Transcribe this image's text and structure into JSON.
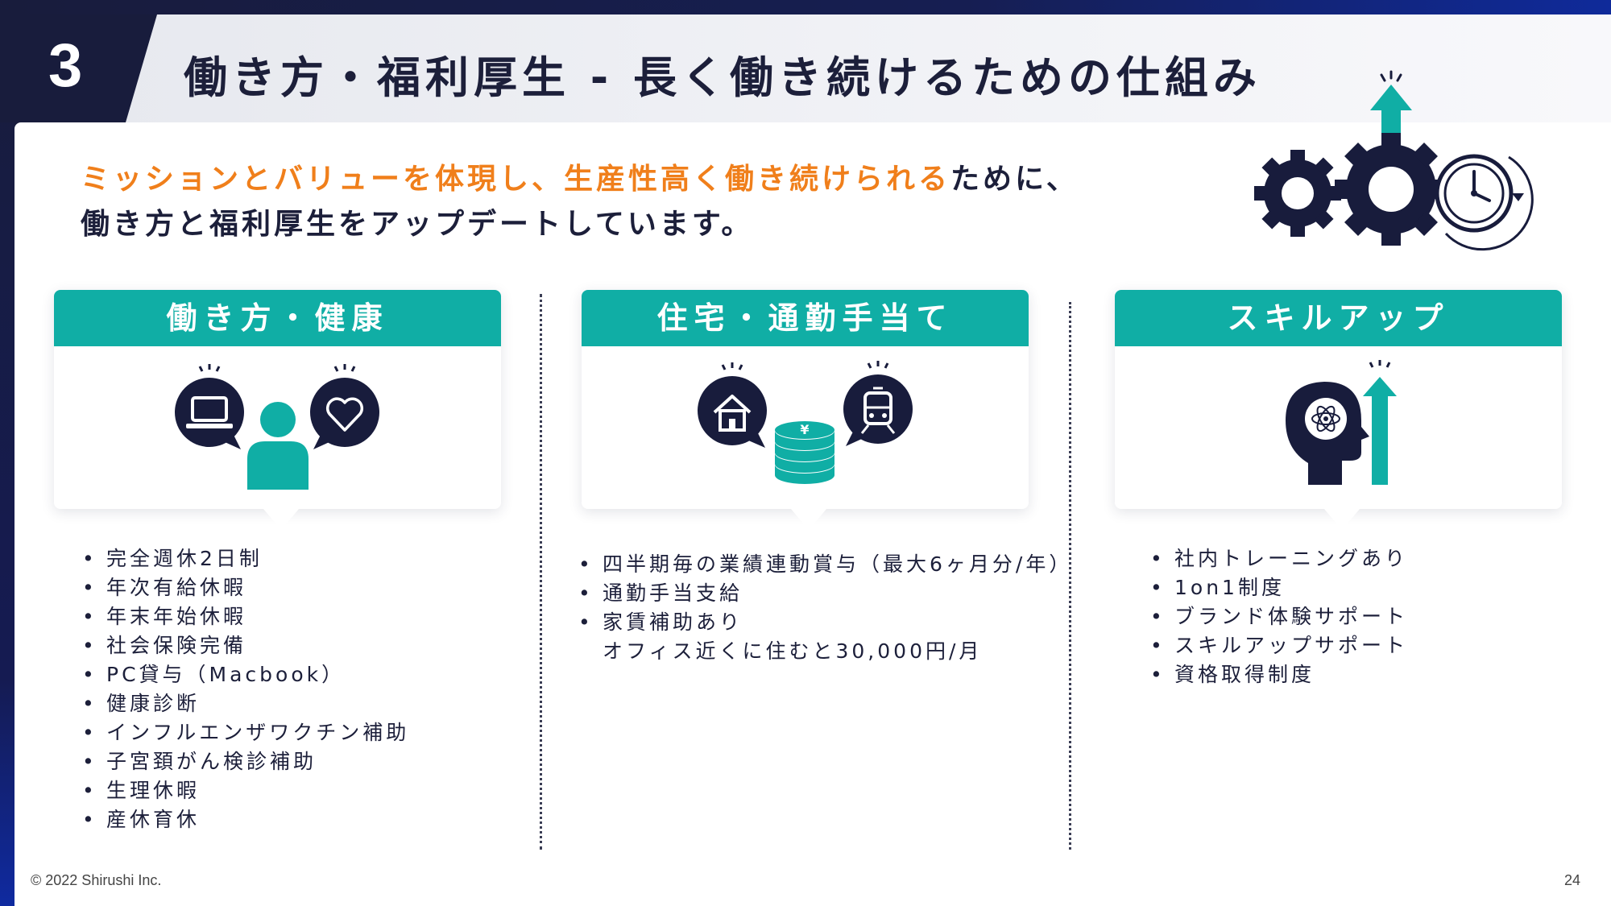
{
  "section_number": "3",
  "title": "働き方・福利厚生 - 長く働き続けるための仕組み",
  "lead": {
    "highlight": "ミッションとバリューを体現し、生産性高く働き続けられる",
    "line1_rest": "ために、",
    "line2": "働き方と福利厚生をアップデートしています。"
  },
  "columns": [
    {
      "header": "働き方・健康",
      "icons": [
        "laptop-icon",
        "person-icon",
        "heart-icon"
      ],
      "items": [
        "完全週休2日制",
        "年次有給休暇",
        "年末年始休暇",
        "社会保険完備",
        "PC貸与（Macbook）",
        "健康診断",
        "インフルエンザワクチン補助",
        "子宮頚がん検診補助",
        "生理休暇",
        "産休育休"
      ]
    },
    {
      "header": "住宅・通勤手当て",
      "icons": [
        "house-icon",
        "yen-coins-icon",
        "train-icon"
      ],
      "items": [
        "四半期毎の業績連動賞与（最大6ヶ月分/年）",
        "通勤手当支給",
        "家賃補助あり"
      ],
      "subnote": "オフィス近くに住むと30,000円/月"
    },
    {
      "header": "スキルアップ",
      "icons": [
        "head-atom-icon",
        "up-arrow-icon"
      ],
      "items": [
        "社内トレーニングあり",
        "1on1制度",
        "ブランド体験サポート",
        "スキルアップサポート",
        "資格取得制度"
      ]
    }
  ],
  "hero_icons": [
    "gears-icon",
    "up-arrow-icon",
    "clock-icon"
  ],
  "colors": {
    "navy": "#181c3c",
    "teal": "#10aea5",
    "orange": "#f07f1b",
    "title_bg": "#eceef3"
  },
  "footer": {
    "copyright": "© 2022 Shirushi Inc.",
    "page": "24"
  }
}
